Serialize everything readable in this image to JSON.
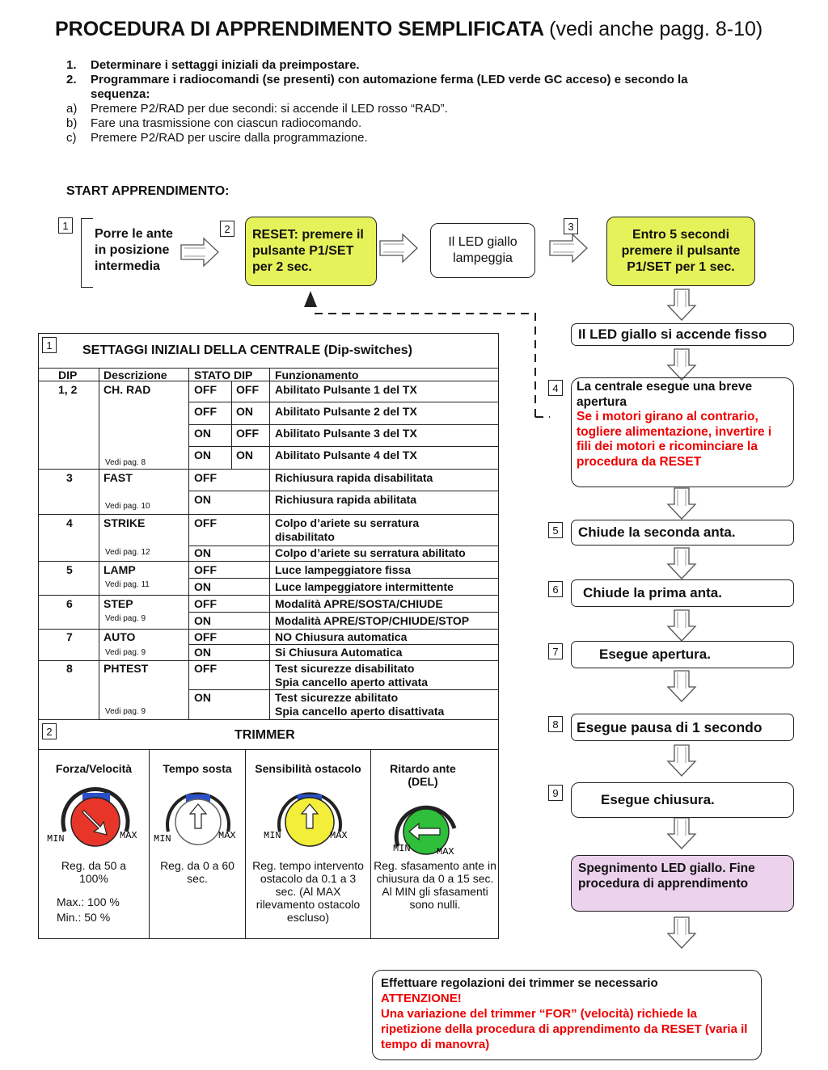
{
  "header": {
    "title_main": "PROCEDURA DI APPRENDIMENTO SEMPLIFICATA",
    "title_sub": "(vedi anche pagg. 8-10)"
  },
  "intro": [
    {
      "marker": "1.",
      "text": "Determinare i settaggi iniziali da preimpostare.",
      "bold": true
    },
    {
      "marker": "2.",
      "text": "Programmare i radiocomandi (se presenti) con automazione ferma (LED verde GC acceso) e secondo la sequenza:",
      "bold": true
    },
    {
      "marker": "a)",
      "text": "Premere P2/RAD per due secondi: si accende il LED rosso “RAD”.",
      "bold": false
    },
    {
      "marker": "b)",
      "text": "Fare una trasmissione con ciascun radiocomando.",
      "bold": false
    },
    {
      "marker": "c)",
      "text": "Premere P2/RAD per uscire dalla programmazione.",
      "bold": false
    }
  ],
  "start_label": "START APPRENDIMENTO:",
  "top_flow": {
    "n1": "1",
    "box1": "Porre le ante in posizione intermedia",
    "n2": "2",
    "box2": "RESET: premere il pulsante P1/SET per 2 sec.",
    "box3": "Il LED giallo lampeggia",
    "n3": "3",
    "box4": "Entro 5 secondi premere il pulsante P1/SET per 1 sec."
  },
  "right_flow": {
    "led_fixed": "Il LED giallo si accende fisso",
    "n4": "4",
    "step4_a": "La centrale esegue una breve apertura",
    "step4_b": "Se i motori girano al contrario, togliere alimentazione, invertire i fili dei motori e ricominciare la procedura da RESET",
    "n5": "5",
    "step5": "Chiude la seconda anta.",
    "n6": "6",
    "step6": "Chiude la prima anta.",
    "n7": "7",
    "step7": "Esegue apertura.",
    "n8": "8",
    "step8": "Esegue pausa di 1 secondo",
    "n9": "9",
    "step9": "Esegue chiusura.",
    "end": "Spegnimento LED giallo. Fine procedura di apprendimento"
  },
  "final_note": {
    "line1": "Effettuare regolazioni dei trimmer se necessario",
    "attention": "ATTENZIONE!",
    "red": "Una variazione del trimmer “FOR” (velocità) richiede la ripetizione della procedura di apprendimento da RESET (varia il tempo di  manovra)"
  },
  "table": {
    "sec1_num": "1",
    "sec1_title": "SETTAGGI INIZIALI DELLA CENTRALE (Dip-switches)",
    "headers": [
      "DIP",
      "Descrizione",
      "STATO DIP",
      "Funzionamento"
    ],
    "dip12": "1, 2",
    "chrad": "CH. RAD",
    "rad_rows": [
      {
        "s1": "OFF",
        "s2": "OFF",
        "f": "Abilitato Pulsante 1 del TX"
      },
      {
        "s1": "OFF",
        "s2": "ON",
        "f": "Abilitato Pulsante 2 del TX"
      },
      {
        "s1": "ON",
        "s2": "OFF",
        "f": "Abilitato Pulsante 3 del TX"
      },
      {
        "s1": "ON",
        "s2": "ON",
        "f": "Abilitato Pulsante 4 del TX"
      }
    ],
    "ref8": "Vedi pag. 8",
    "d3": "3",
    "fast": "FAST",
    "fast_off": "OFF",
    "fast_off_f": "Richiusura rapida disabilitata",
    "fast_on": "ON",
    "fast_on_f": "Richiusura rapida abilitata",
    "ref10": "Vedi pag. 10",
    "d4": "4",
    "strike": "STRIKE",
    "strike_off": "OFF",
    "strike_off_f1": "Colpo d’ariete su serratura",
    "strike_off_f2": "disabilitato",
    "strike_on": "ON",
    "strike_on_f": "Colpo d’ariete su serratura abilitato",
    "ref12": "Vedi pag. 12",
    "d5": "5",
    "lamp": "LAMP",
    "lamp_off": "OFF",
    "lamp_off_f": "Luce lampeggiatore fissa",
    "lamp_on": "ON",
    "lamp_on_f": "Luce lampeggiatore intermittente",
    "ref11": "Vedi pag. 11",
    "d6": "6",
    "step": "STEP",
    "step_off": "OFF",
    "step_off_f": "Modalità APRE/SOSTA/CHIUDE",
    "step_on": "ON",
    "step_on_f": "Modalità APRE/STOP/CHIUDE/STOP",
    "ref9a": "Vedi pag. 9",
    "d7": "7",
    "auto": "AUTO",
    "auto_off": "OFF",
    "auto_off_f": "NO Chiusura automatica",
    "auto_on": "ON",
    "auto_on_f": "Si Chiusura Automatica",
    "ref9b": "Vedi pag. 9",
    "d8": "8",
    "phtest": "PHTEST",
    "ph_off": "OFF",
    "ph_off_f1": "Test sicurezze disabilitato",
    "ph_off_f2": "Spia cancello aperto attivata",
    "ph_on": "ON",
    "ph_on_f1": "Test sicurezze abilitato",
    "ph_on_f2": "Spia cancello aperto disattivata",
    "ref9c": "Vedi pag. 9",
    "sec2_num": "2",
    "sec2_title": "TRIMMER",
    "trimmers": [
      {
        "title": "Forza/Velocità",
        "desc": "Reg. da 50 a 100%",
        "extra1": "Max.: 100 %",
        "extra2": "Min.:  50 %",
        "color": "#e8352a"
      },
      {
        "title": "Tempo sosta",
        "desc": "Reg. da 0 a 60 sec.",
        "color": "#ffffff"
      },
      {
        "title": "Sensibilità ostacolo",
        "desc": "Reg. tempo intervento ostacolo da 0.1 a 3 sec. (Al MAX rilevamento ostacolo escluso)",
        "color": "#f2ee3a"
      },
      {
        "title": "Ritardo ante (DEL)",
        "desc": "Reg. sfasamento ante  in chiusura da 0 a 15 sec. Al MIN gli sfasamenti sono nulli.",
        "color": "#2fbf3a"
      }
    ],
    "min": "MIN",
    "max": "MAX"
  }
}
